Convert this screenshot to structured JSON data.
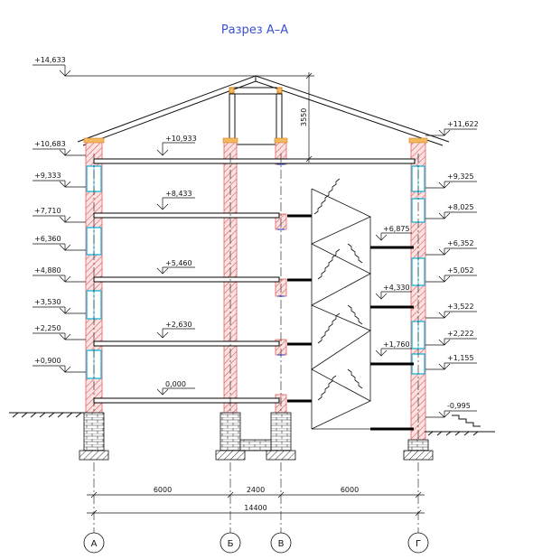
{
  "title": "Разрез А–А",
  "colors": {
    "wall_hatch": "#e06060",
    "window": "#2bb7d6",
    "slab": "#000000",
    "title": "#3a4fd0"
  },
  "levels_left": [
    "+14,633",
    "+10,683",
    "+9,333",
    "+7,710",
    "+6,360",
    "+4,880",
    "+3,530",
    "+2,250",
    "+0,900"
  ],
  "levels_slab": [
    "+10,933",
    "+8,433",
    "+5,460",
    "+2,630",
    "0,000"
  ],
  "levels_right": [
    "+11,622",
    "+9,325",
    "+8,025",
    "+6,352",
    "+5,052",
    "+3,522",
    "+2,222",
    "+1,155",
    "-0,995"
  ],
  "levels_stair": [
    "+6,875",
    "+4,330",
    "+1,760"
  ],
  "vertical_dim": "3550",
  "dims": {
    "span_ab": "6000",
    "span_bv": "2400",
    "span_vg": "6000",
    "total": "14400"
  },
  "axes": [
    "А",
    "Б",
    "В",
    "Г"
  ]
}
